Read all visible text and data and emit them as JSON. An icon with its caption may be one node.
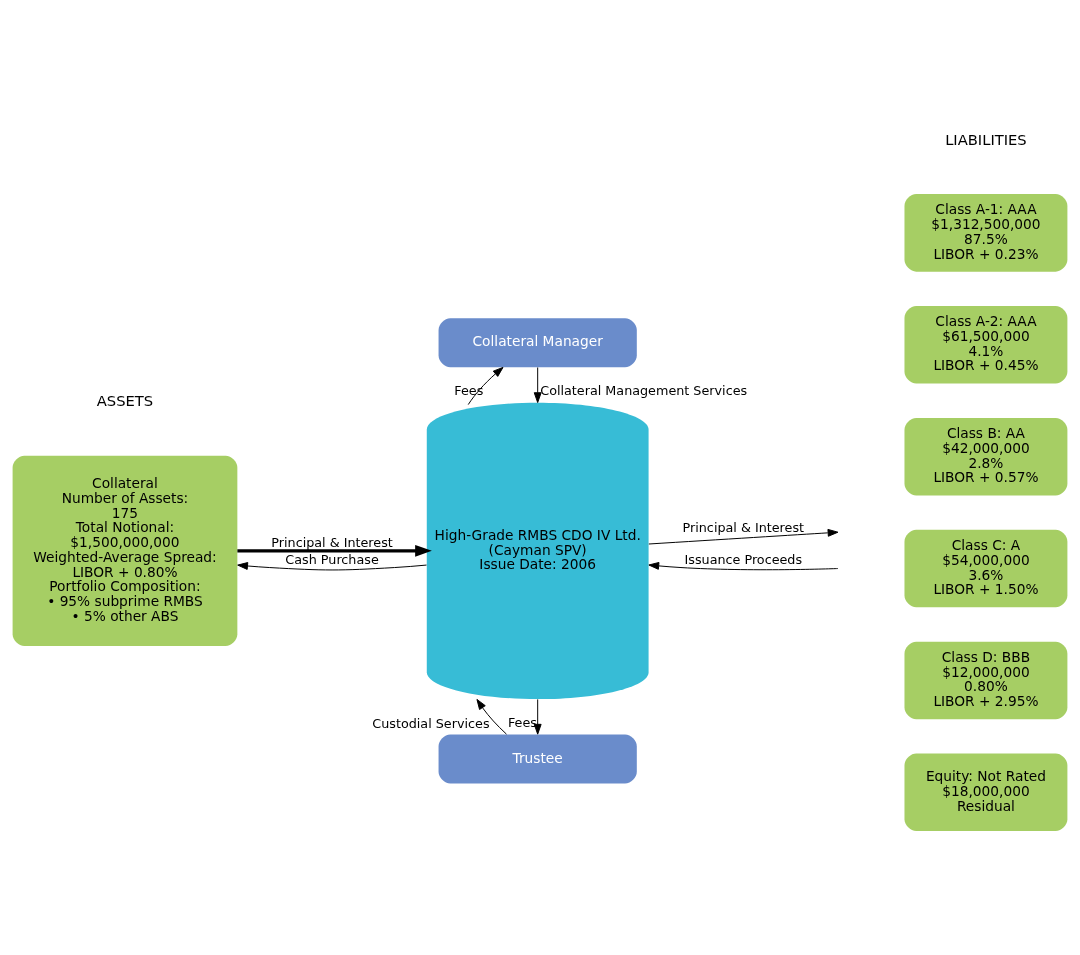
{
  "diagram": {
    "nodes": [
      {
        "text": [
          "Collateral",
          "Number of Assets:",
          "175",
          "Total Notional:",
          "$1,500,000,000",
          "Weighted-Average Spread:",
          "LIBOR + 0.80%",
          "Portfolio Composition:",
          "• 95% subprime RMBS",
          "• 5% other ABS"
        ]
      },
      {
        "text": [
          "Trustee"
        ]
      },
      {
        "text": [
          "High-Grade RMBS CDO IV Ltd.",
          "(Cayman SPV)",
          "Issue Date: 2006"
        ]
      },
      {
        "text": [
          "Collateral Manager"
        ]
      },
      {
        "text": [
          "Class A-1: AAA",
          "$1,312,500,000",
          "87.5%",
          "LIBOR + 0.23%"
        ]
      },
      {
        "text": [
          "Class A-2: AAA",
          "$61,500,000",
          "4.1%",
          "LIBOR + 0.45%"
        ]
      },
      {
        "text": [
          "Class B: AA",
          "$42,000,000",
          "2.8%",
          "LIBOR + 0.57%"
        ]
      },
      {
        "text": [
          "Class C: A",
          "$54,000,000",
          "3.6%",
          "LIBOR + 1.50%"
        ]
      },
      {
        "text": [
          "Class D: BBB",
          "$12,000,000",
          "0.80%",
          "LIBOR + 2.95%"
        ]
      },
      {
        "text": [
          "Equity: Not Rated",
          "$18,000,000",
          "Residual"
        ]
      }
    ],
    "edges": [
      {
        "from": 2,
        "to": 1,
        "arrow": "to",
        "label": "Fees"
      },
      {
        "from": 1,
        "to": 2,
        "arrow": "to",
        "label": "Custodial Services"
      },
      {
        "from": 2,
        "to": 0,
        "arrow": "to",
        "label": "Cash Purchase"
      },
      {
        "from": 0,
        "to": 2,
        "arrow": "to",
        "label": "Principal & Interest",
        "style": "thick"
      },
      {
        "from": null,
        "to": 2,
        "arrow": "to",
        "label": "Issuance Proceeds"
      },
      {
        "from": 2,
        "to": null,
        "arrow": "to",
        "label": "Principal & Interest"
      },
      {
        "from": 3,
        "to": 2,
        "arrow": "to",
        "label": "Collateral Management Services"
      },
      {
        "from": 2,
        "to": 3,
        "arrow": "to",
        "label": "Fees"
      }
    ],
    "labels": [
      "ASSETS",
      "LIABILITIES"
    ]
  }
}
